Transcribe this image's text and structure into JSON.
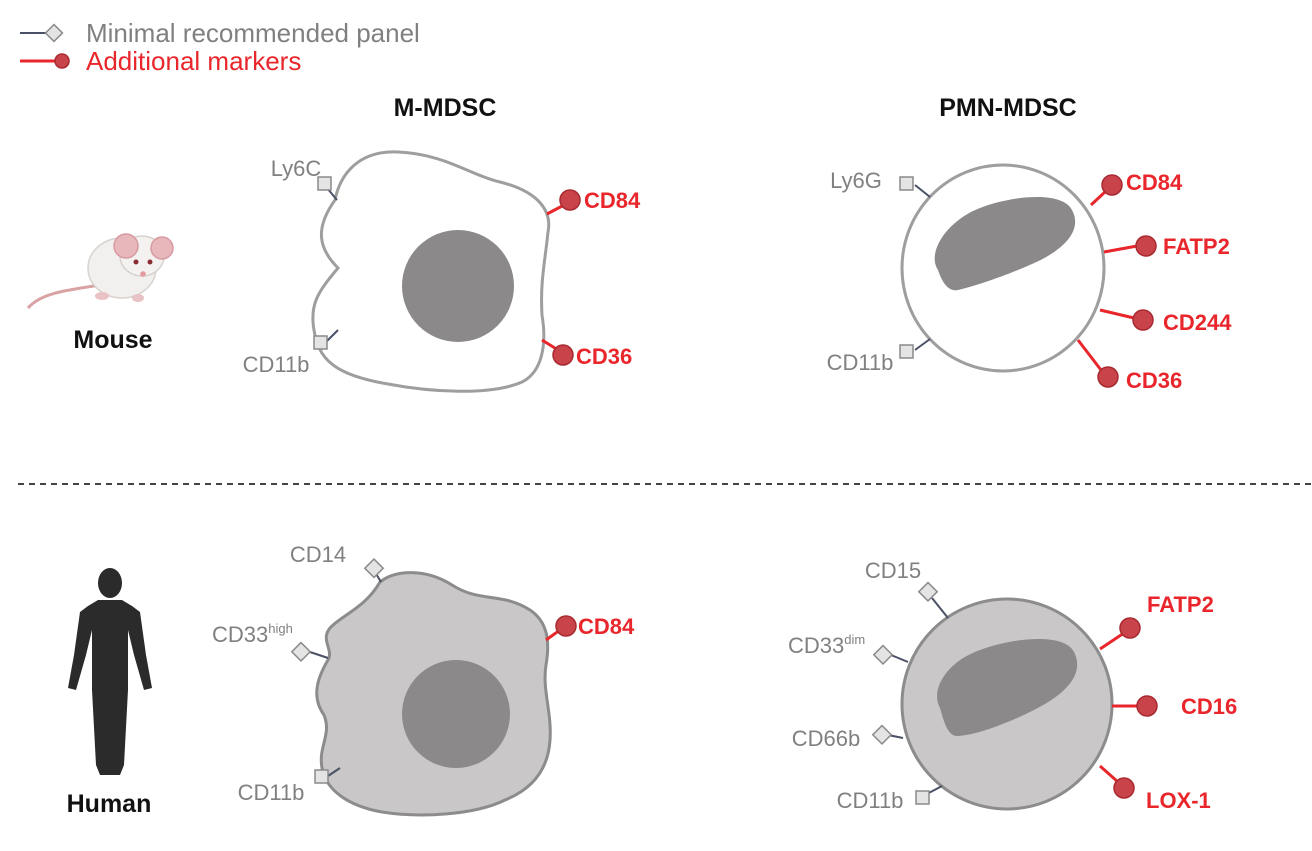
{
  "legend": {
    "minimal": "Minimal recommended panel",
    "additional": "Additional markers",
    "colors": {
      "minimal_line": "#4a5066",
      "additional": "#e8262b"
    }
  },
  "columns": {
    "m_mdsc": "M-MDSC",
    "pmn_mdsc": "PMN-MDSC"
  },
  "species": {
    "mouse": "Mouse",
    "human": "Human"
  },
  "mouse": {
    "m_mdsc": {
      "minimal": [
        "Ly6C",
        "CD11b"
      ],
      "additional": [
        "CD84",
        "CD36"
      ]
    },
    "pmn_mdsc": {
      "minimal": [
        "Ly6G",
        "CD11b"
      ],
      "additional": [
        "CD84",
        "FATP2",
        "CD244",
        "CD36"
      ]
    }
  },
  "human": {
    "m_mdsc": {
      "minimal": [
        "CD14",
        "CD33",
        "CD11b"
      ],
      "superscripts": {
        "CD33": "high"
      },
      "additional": [
        "CD84"
      ]
    },
    "pmn_mdsc": {
      "minimal": [
        "CD15",
        "CD33",
        "CD66b",
        "CD11b"
      ],
      "superscripts": {
        "CD33": "dim"
      },
      "additional": [
        "FATP2",
        "CD16",
        "LOX-1"
      ]
    }
  }
}
